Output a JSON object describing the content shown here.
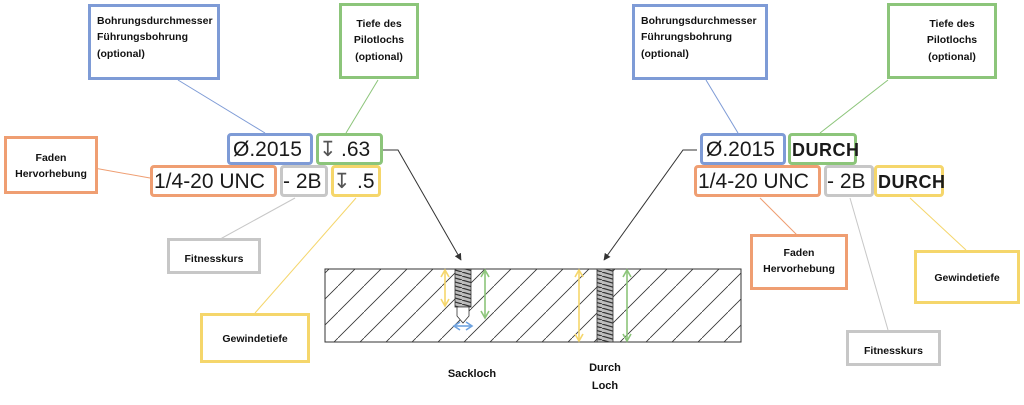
{
  "labels": {
    "bore_dia_left": [
      "Bohrungsdurchmesser",
      "Führungsbohrung",
      "(optional)"
    ],
    "depth_pilot_left": [
      "Tiefe des",
      "Pilotlochs",
      "(optional)"
    ],
    "bore_dia_right": [
      "Bohrungsdurchmesser",
      "Führungsbohrung",
      "(optional)"
    ],
    "depth_pilot_right": [
      "Tiefe des",
      "Pilotlochs",
      "(optional)"
    ],
    "thread_highlight_left": [
      "Faden",
      "Hervorhebung"
    ],
    "thread_highlight_right": [
      "Faden",
      "Hervorhebung"
    ],
    "fit_class_left": "Fitnesskurs",
    "fit_class_right": "Fitnesskurs",
    "thread_depth_left": "Gewindetiefe",
    "thread_depth_right": "Gewindetiefe"
  },
  "callouts": {
    "left": {
      "diameter": "Ø.2015",
      "depth_symbol": "↧",
      "pilot_depth": ".63",
      "thread": "1/4-20 UNC",
      "class": "- 2B",
      "thread_depth": ".5"
    },
    "right": {
      "diameter": "Ø.2015",
      "thru_pilot": "DURCH",
      "thread": "1/4-20 UNC",
      "class": "- 2B",
      "thru_thread": "DURCH"
    }
  },
  "captions": {
    "blind": "Sackloch",
    "through": [
      "Durch",
      "Loch"
    ]
  },
  "colors": {
    "blue": "#7E9BD6",
    "green": "#8CC57A",
    "orange": "#EF9E72",
    "gray": "#C7C7C7",
    "yellow": "#F5D66B",
    "arrow_blue": "#6FA3E0"
  }
}
